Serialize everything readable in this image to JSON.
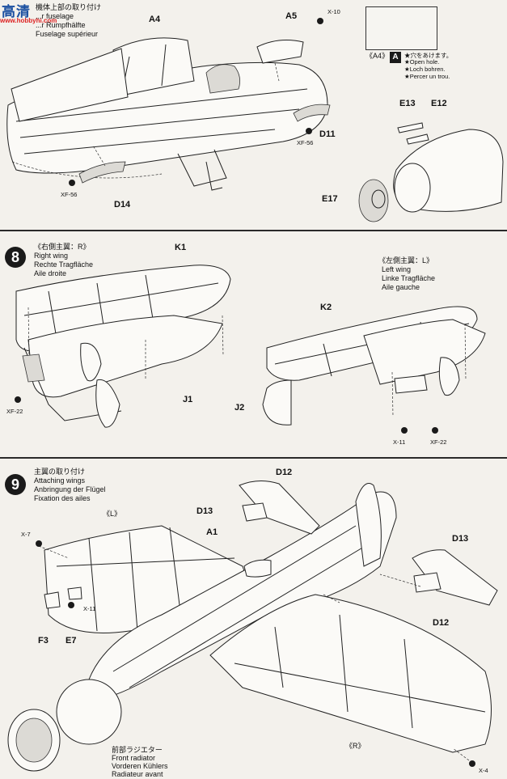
{
  "watermark": {
    "chars": "高清",
    "url": "www.hobbyhi.com"
  },
  "step7": {
    "title_jp": "機体上部の取り付け",
    "title_en": "...r fuselage",
    "title_de": "...r Rumpfhälfte",
    "title_fr": "Fuselage supérieur",
    "parts": {
      "a4": "A4",
      "a5": "A5",
      "x10": "X-10",
      "d11": "D11",
      "xf56_right": "XF-56",
      "xf56_left": "XF-56",
      "d14": "D14",
      "e13": "E13",
      "e12": "E12",
      "e17": "E17"
    },
    "inset_note": {
      "label": "《A4》",
      "icon": "A",
      "jp": "★穴をあけます。",
      "en": "★Open hole.",
      "de": "★Loch bohren.",
      "fr": "★Percer un trou."
    }
  },
  "step8": {
    "number": "8",
    "right_title_jp": "《右側主翼：R》",
    "right_title_en": "Right wing",
    "right_title_de": "Rechte Tragfläche",
    "right_title_fr": "Aile droite",
    "left_title_jp": "《左側主翼：L》",
    "left_title_en": "Left wing",
    "left_title_de": "Linke Tragfläche",
    "left_title_fr": "Aile gauche",
    "parts": {
      "k1": "K1",
      "j1": "J1",
      "xf22_right": "XF-22",
      "k2": "K2",
      "j2": "J2",
      "x11": "X-11",
      "xf22_left": "XF-22"
    }
  },
  "step9": {
    "number": "9",
    "title_jp": "主翼の取り付け",
    "title_en": "Attaching wings",
    "title_de": "Anbringung der Flügel",
    "title_fr": "Fixation des ailes",
    "parts": {
      "d12_top": "D12",
      "d13_top": "D13",
      "a1": "A1",
      "l_mark": "《L》",
      "x7": "X-7",
      "x11": "X-11",
      "f3": "F3",
      "e7": "E7",
      "d13_right": "D13",
      "d12_right": "D12",
      "r_mark": "《R》",
      "x4": "X-4"
    },
    "radiator_jp": "前部ラジエター",
    "radiator_en": "Front radiator",
    "radiator_de": "Vorderen Kühlers",
    "radiator_fr": "Radiateur avant"
  }
}
